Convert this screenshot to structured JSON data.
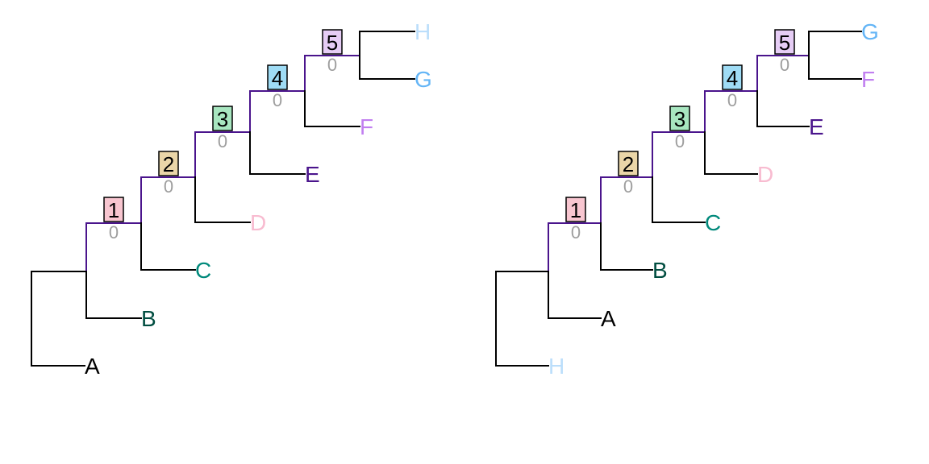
{
  "colors": {
    "A": "#000000",
    "B": "#004d40",
    "C": "#00897b",
    "D": "#f8bbd0",
    "E": "#4a148c",
    "F": "#c17ff0",
    "G": "#64b5f6",
    "H": "#bbdefb",
    "branch": "#000000",
    "highlight_branch": "#4a148c",
    "support_text": "#9e9e9e",
    "node_box_1": "#f8c6d0",
    "node_box_2": "#ead6a8",
    "node_box_3": "#a8e6c0",
    "node_box_4": "#9fdcf5",
    "node_box_5": "#e6cdf5"
  },
  "trees": [
    {
      "name": "left",
      "tips": [
        "A",
        "B",
        "C",
        "D",
        "E",
        "F",
        "G",
        "H"
      ],
      "nodes": [
        {
          "label": "1",
          "support": "0",
          "box": "node_box_1"
        },
        {
          "label": "2",
          "support": "0",
          "box": "node_box_2"
        },
        {
          "label": "3",
          "support": "0",
          "box": "node_box_3"
        },
        {
          "label": "4",
          "support": "0",
          "box": "node_box_4"
        },
        {
          "label": "5",
          "support": "0",
          "box": "node_box_5"
        }
      ]
    },
    {
      "name": "right",
      "tips": [
        "H",
        "A",
        "B",
        "C",
        "D",
        "E",
        "F",
        "G"
      ],
      "nodes": [
        {
          "label": "1",
          "support": "0",
          "box": "node_box_1"
        },
        {
          "label": "2",
          "support": "0",
          "box": "node_box_2"
        },
        {
          "label": "3",
          "support": "0",
          "box": "node_box_3"
        },
        {
          "label": "4",
          "support": "0",
          "box": "node_box_4"
        },
        {
          "label": "5",
          "support": "0",
          "box": "node_box_5"
        }
      ]
    }
  ]
}
